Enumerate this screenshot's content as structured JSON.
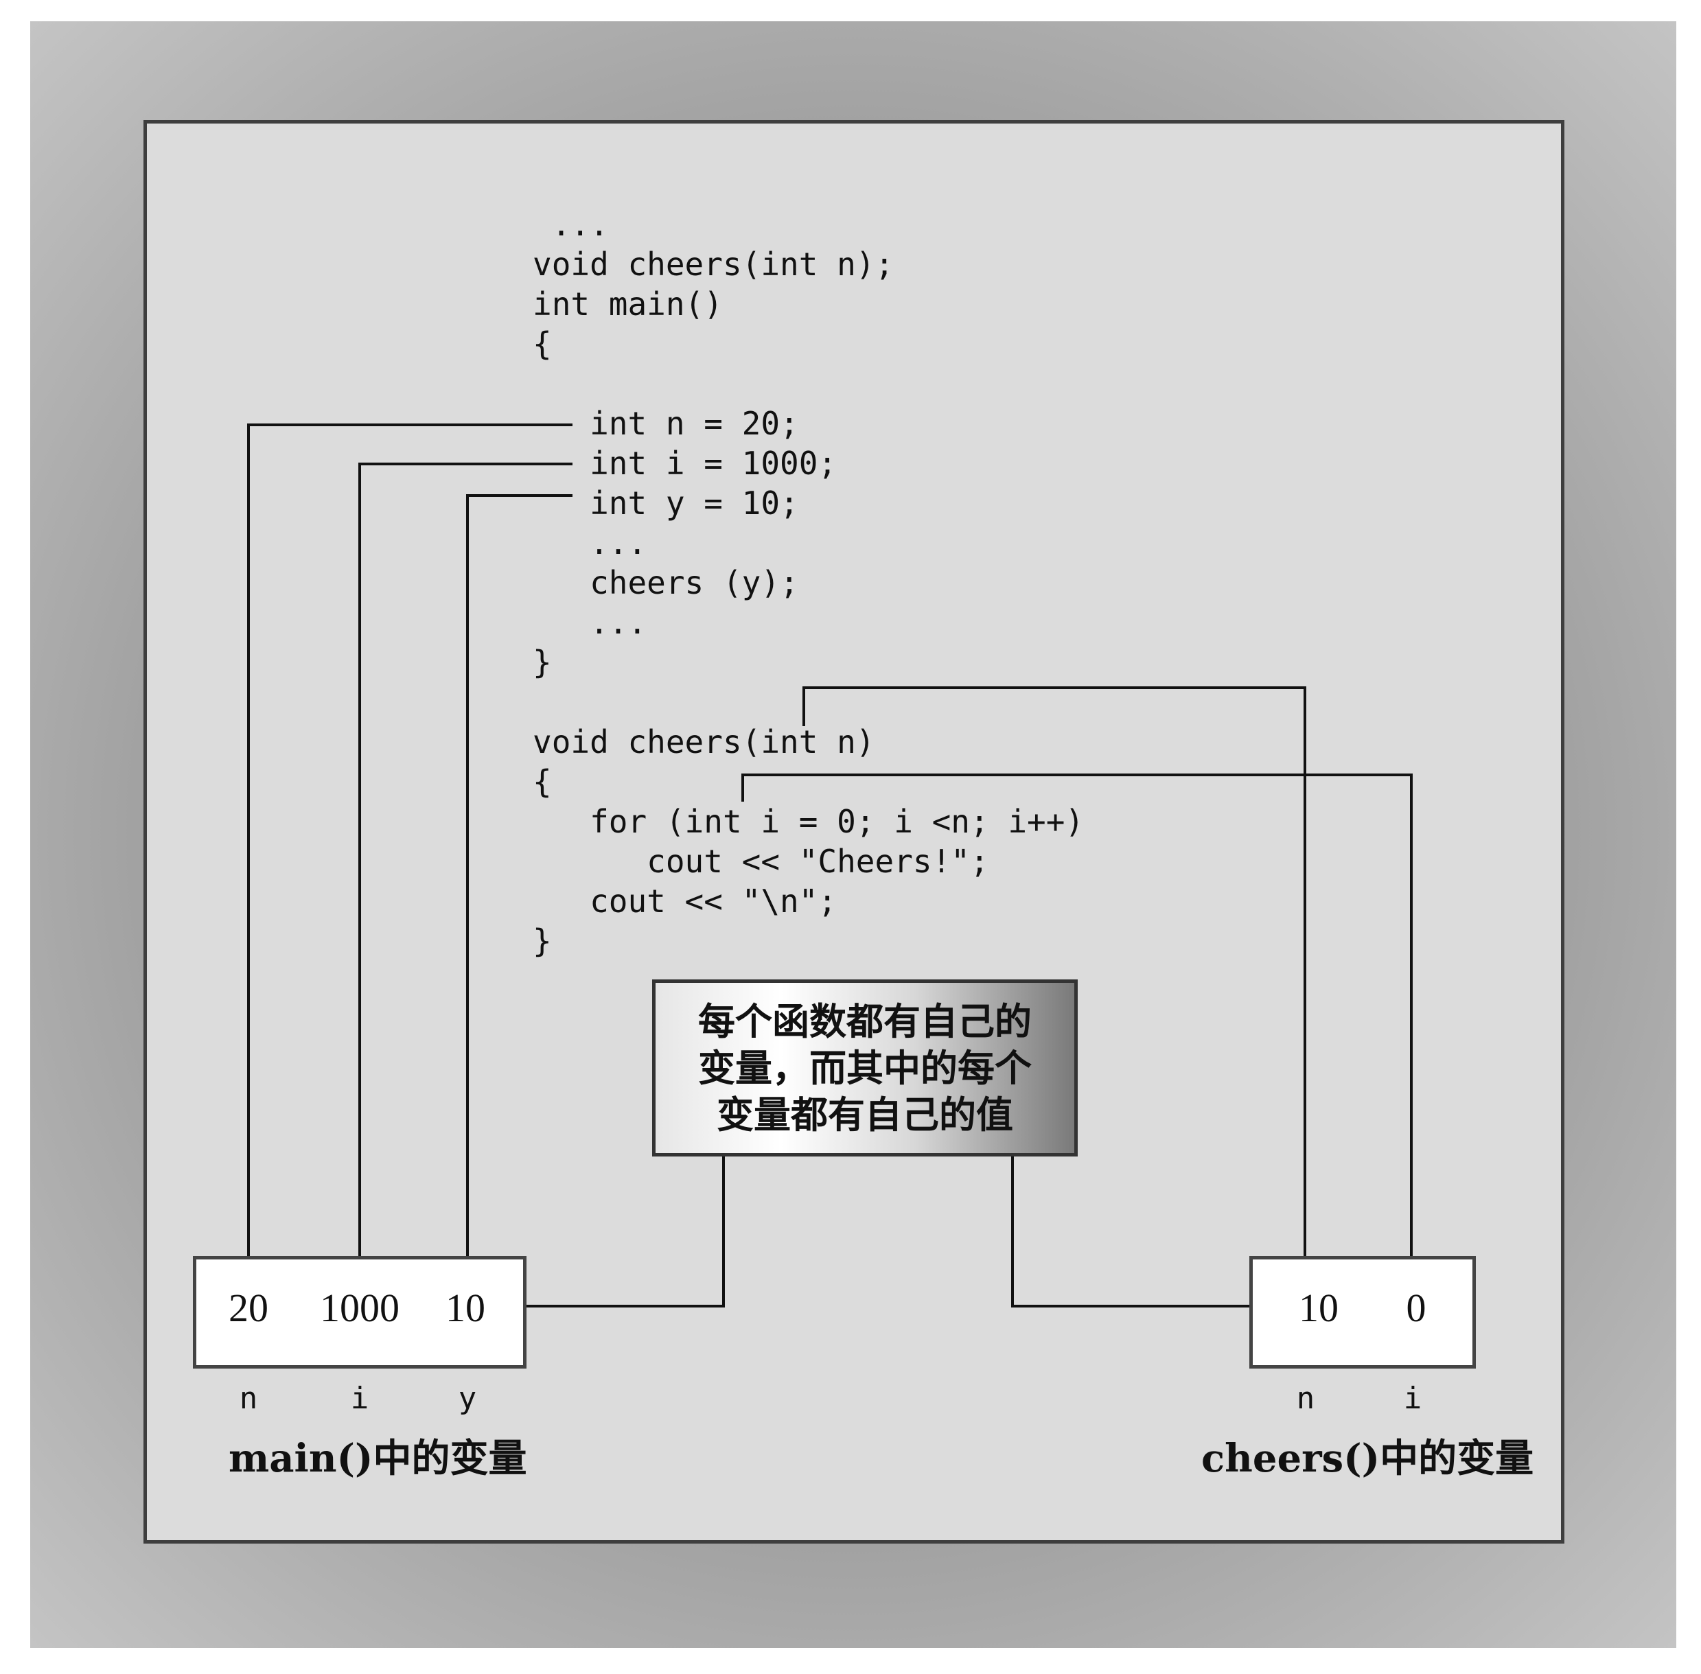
{
  "code": {
    "lines": [
      " ...",
      "void cheers(int n);",
      "int main()",
      "{",
      "",
      "   int n = 20;",
      "   int i = 1000;",
      "   int y = 10;",
      "   ...",
      "   cheers (y);",
      "   ...",
      "}",
      "",
      "void cheers(int n)",
      "{",
      "   for (int i = 0; i <n; i++)",
      "      cout << \"Cheers!\";",
      "   cout << \"\\n\";",
      "}"
    ]
  },
  "callout": {
    "line1": "每个函数都有自己的",
    "line2": "变量，而其中的每个",
    "line3": "变量都有自己的值"
  },
  "main_vars": {
    "values": [
      "20",
      "1000",
      "10"
    ],
    "names": [
      "n",
      "i",
      "y"
    ],
    "caption": "main()中的变量"
  },
  "cheers_vars": {
    "values": [
      "10",
      "0"
    ],
    "names": [
      "n",
      "i"
    ],
    "caption": "cheers()中的变量"
  }
}
